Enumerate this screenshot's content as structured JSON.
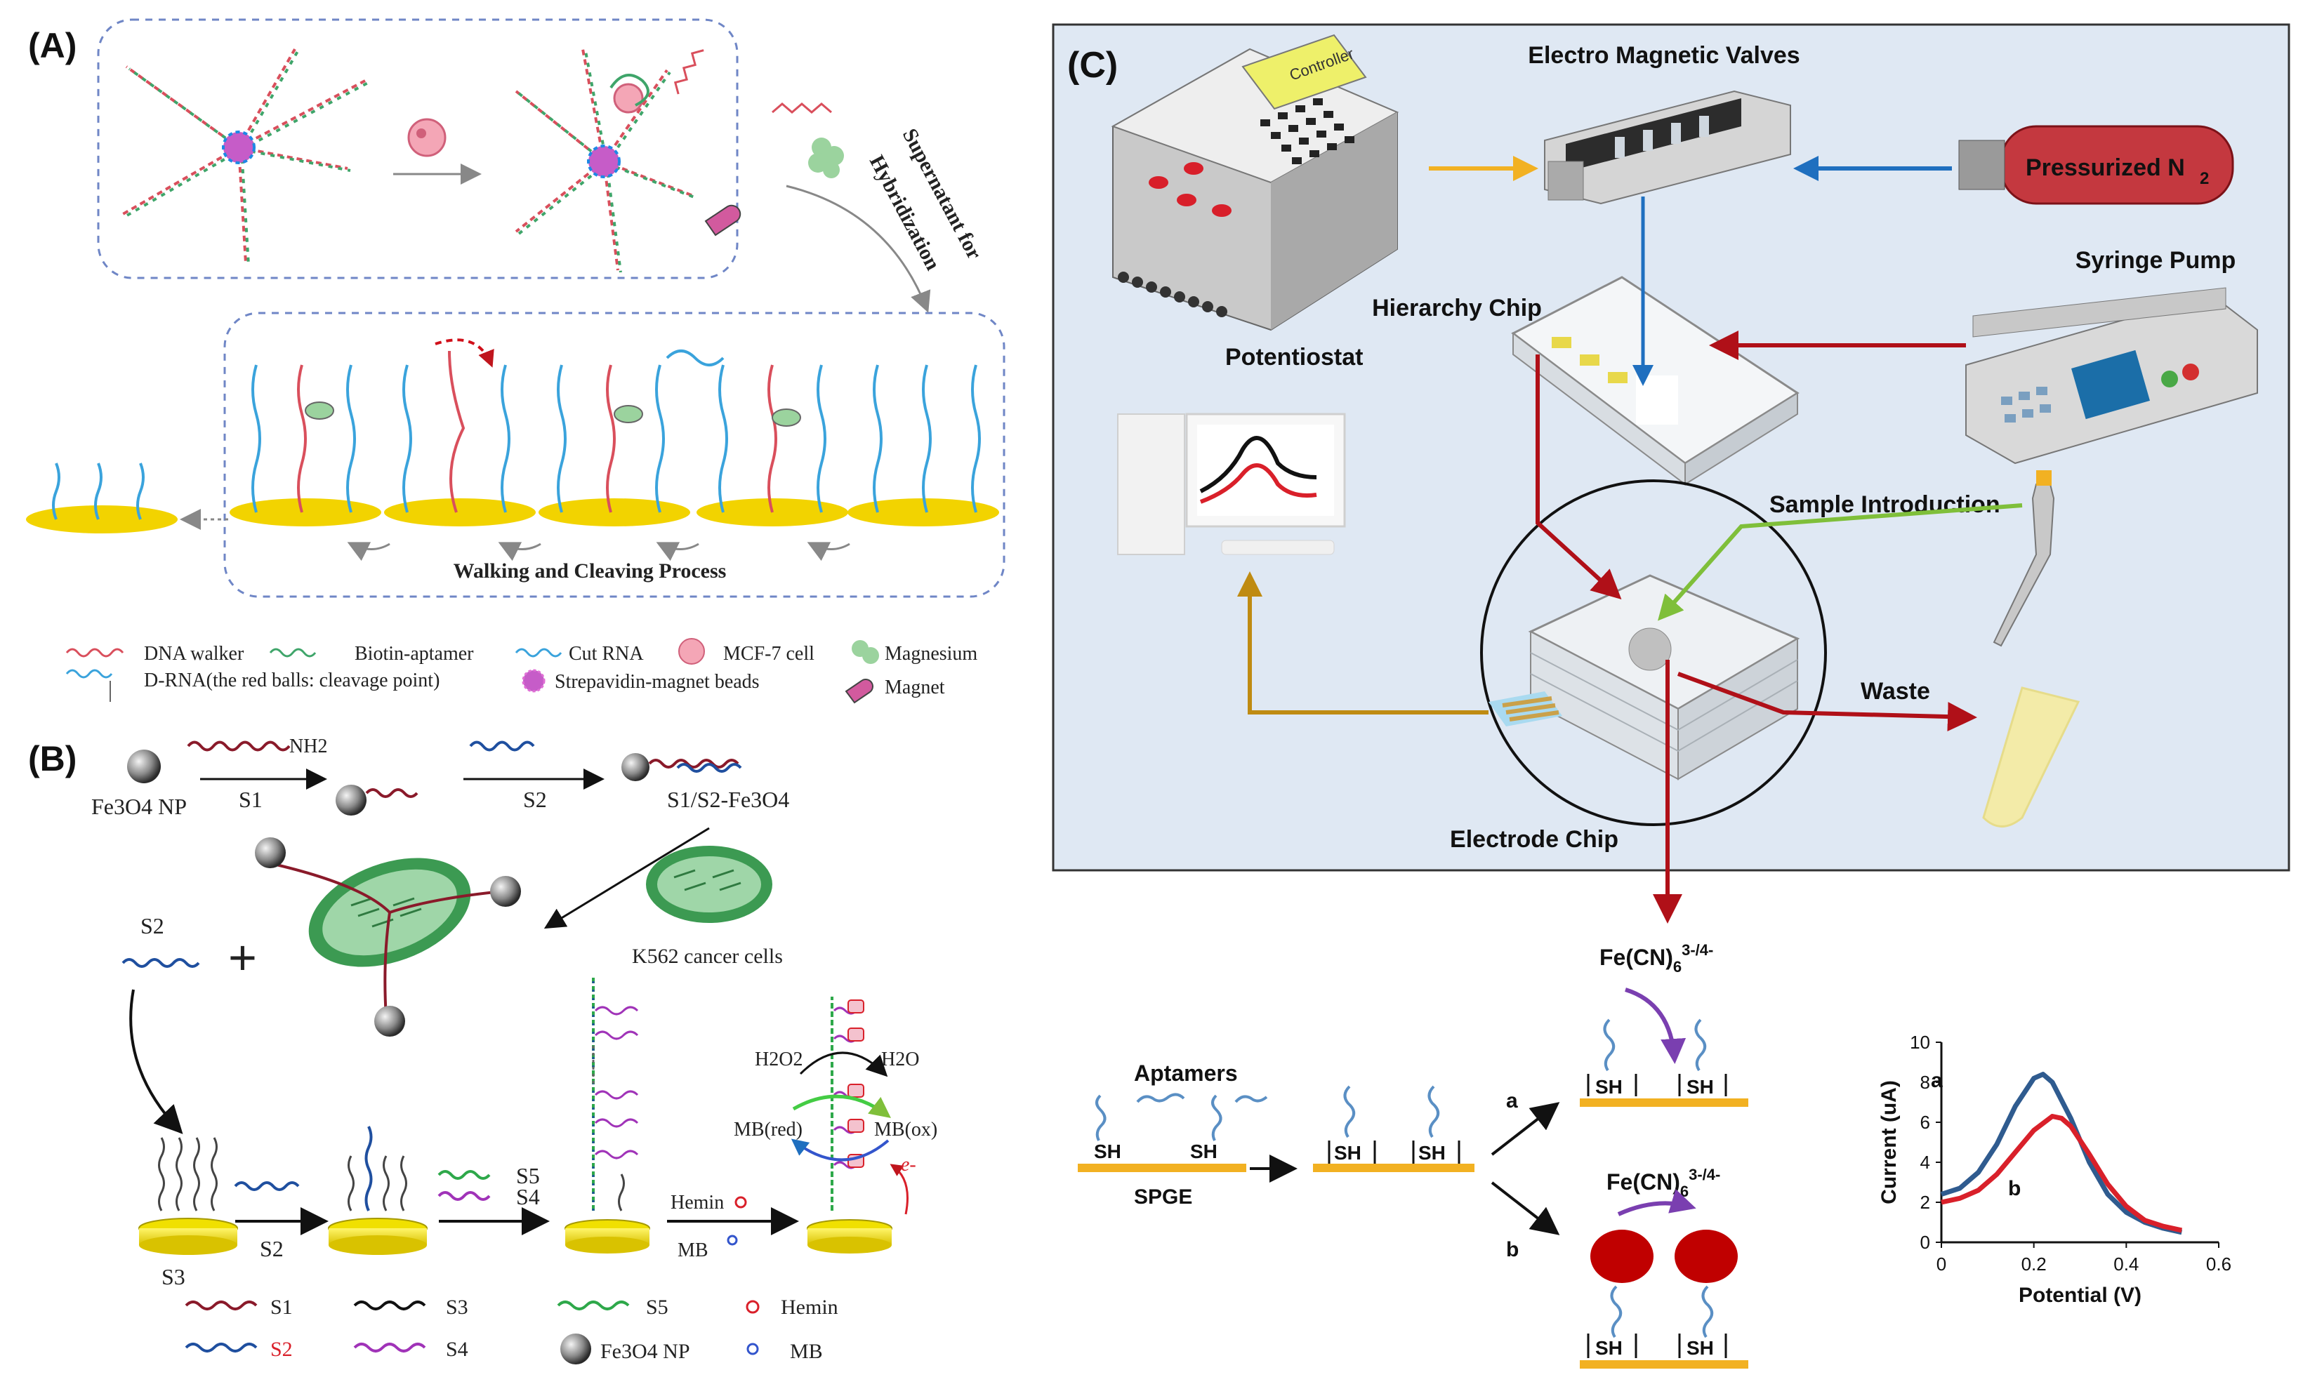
{
  "panel_a": {
    "label": "(A)",
    "side_text_1": "Supernatant for",
    "side_text_2": "Hybridization",
    "process_label": "Walking and Cleaving Process",
    "legend": {
      "dna_walker": "DNA walker",
      "biotin_aptamer": "Biotin-aptamer",
      "cut_rna": "Cut RNA",
      "mcf7": "MCF-7 cell",
      "magnesium": "Magnesium",
      "d_rna": "D-RNA(the red balls: cleavage point)",
      "strep_beads": "Strepavidin-magnet beads",
      "magnet": "Magnet"
    }
  },
  "panel_b": {
    "label": "(B)",
    "nh2": "NH2",
    "fe3o4_np": "Fe3O4 NP",
    "s1": "S1",
    "s2": "S2",
    "s1s2": "S1/S2-Fe3O4",
    "s2_free": "S2",
    "k562": "K562 cancer cells",
    "s2_arrow": "S2",
    "s5": "S5",
    "s4": "S4",
    "s3": "S3",
    "h2o2": "H2O2",
    "h2o": "H2O",
    "mb_red": "MB(red)",
    "mb_ox": "MB(ox)",
    "hemin": "Hemin",
    "mb": "MB",
    "electron": "e-",
    "legend": {
      "s1": "S1",
      "s2": "S2",
      "s3": "S3",
      "s4": "S4",
      "s5": "S5",
      "fe3o4": "Fe3O4 NP",
      "hemin": "Hemin",
      "mb": "MB"
    }
  },
  "panel_c": {
    "label": "(C)",
    "valves": "Electro Magnetic Valves",
    "controller": "Controller",
    "pressurized": "Pressurized N",
    "n2_sub": "2",
    "syringe": "Syringe Pump",
    "hierarchy": "Hierarchy Chip",
    "potentiostat": "Potentiostat",
    "sample": "Sample Introduction",
    "waste": "Waste",
    "electrode": "Electrode Chip"
  },
  "bottom": {
    "fecn": "Fe(CN)",
    "fecn_sub": "6",
    "fecn_sup": "3-/4-",
    "aptamers": "Aptamers",
    "spge": "SPGE",
    "sh": "SH",
    "a": "a",
    "b": "b"
  },
  "chart_data": {
    "type": "line",
    "xlabel": "Potential (V)",
    "ylabel": "Current (uA)",
    "xlim": [
      0,
      0.6
    ],
    "ylim": [
      0,
      10
    ],
    "xticks": [
      "0",
      "0.2",
      "0.4",
      "0.6"
    ],
    "yticks": [
      "0",
      "2",
      "4",
      "6",
      "8",
      "10"
    ],
    "series": [
      {
        "name": "a",
        "color": "#2f5b8f",
        "x": [
          0,
          0.04,
          0.08,
          0.12,
          0.16,
          0.2,
          0.22,
          0.24,
          0.28,
          0.32,
          0.36,
          0.4,
          0.44,
          0.48,
          0.52
        ],
        "y": [
          2.4,
          2.7,
          3.5,
          4.9,
          6.8,
          8.2,
          8.4,
          8.0,
          6.2,
          4.0,
          2.4,
          1.5,
          1.0,
          0.7,
          0.5
        ]
      },
      {
        "name": "b",
        "color": "#d9202a",
        "x": [
          0,
          0.04,
          0.08,
          0.12,
          0.16,
          0.2,
          0.24,
          0.26,
          0.28,
          0.32,
          0.36,
          0.4,
          0.44,
          0.48,
          0.52
        ],
        "y": [
          2.0,
          2.2,
          2.6,
          3.4,
          4.5,
          5.6,
          6.3,
          6.2,
          5.8,
          4.4,
          2.9,
          1.8,
          1.1,
          0.8,
          0.6
        ]
      }
    ]
  }
}
